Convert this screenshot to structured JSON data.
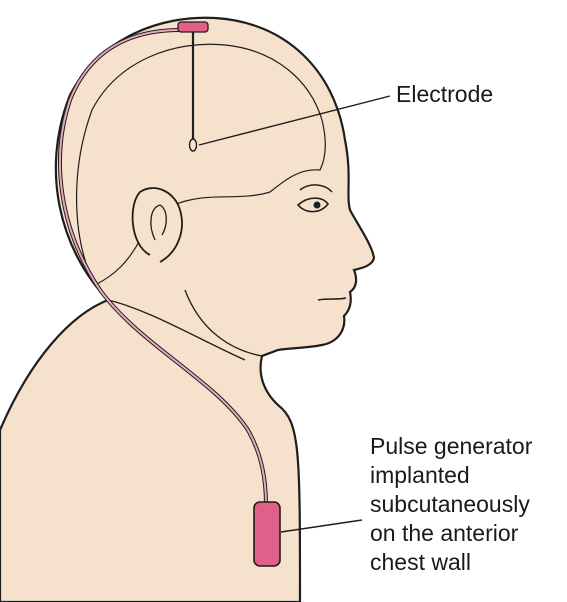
{
  "labels": {
    "electrode": "Electrode",
    "generator_lines": [
      "Pulse generator",
      "implanted",
      "subcutaneously",
      "on the anterior",
      "chest wall"
    ]
  },
  "colors": {
    "skin": "#f6e1cc",
    "outline": "#1e1e1e",
    "device": "#e0608a",
    "lead": "#e8a8bf"
  }
}
